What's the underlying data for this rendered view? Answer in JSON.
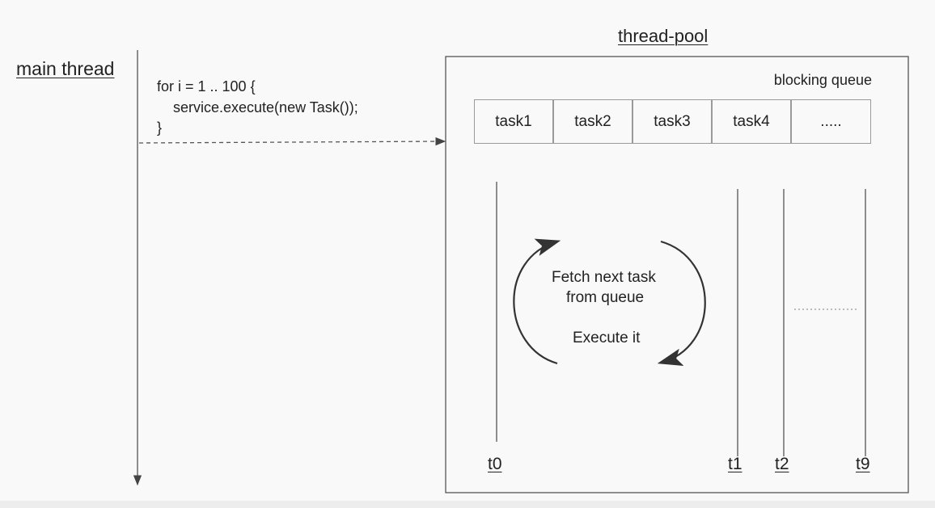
{
  "main_thread": {
    "label": "main thread",
    "code": [
      "for i = 1 .. 100 {",
      "service.execute(new Task());",
      "}"
    ]
  },
  "thread_pool": {
    "label": "thread-pool",
    "queue_label": "blocking queue",
    "queue_cells": [
      "task1",
      "task2",
      "task3",
      "task4",
      "....."
    ],
    "loop_text": [
      "Fetch next task",
      "from queue",
      "Execute it"
    ],
    "threads": [
      "t0",
      "t1",
      "t2",
      "t9"
    ]
  }
}
